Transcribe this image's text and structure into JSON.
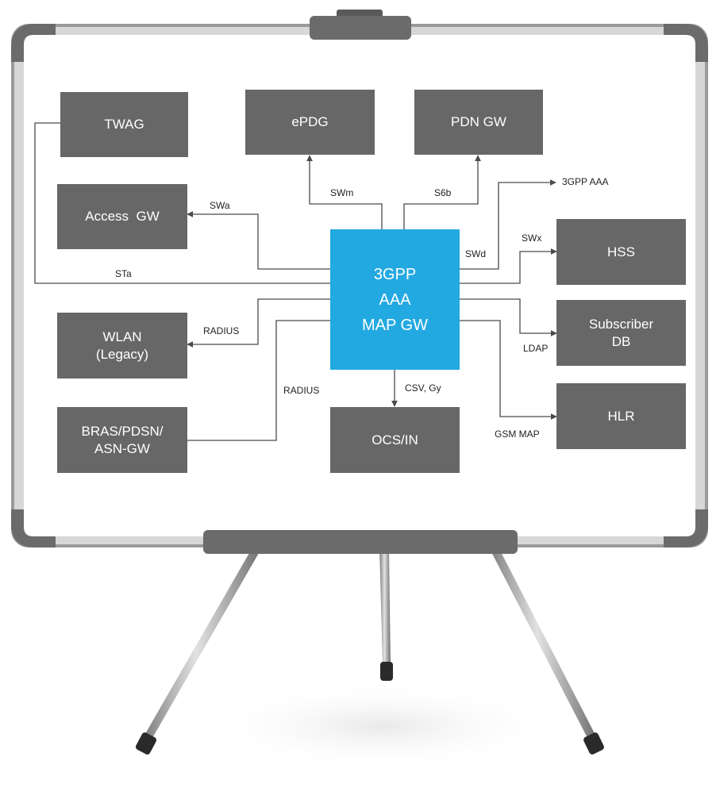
{
  "colors": {
    "node_fill": "#676767",
    "center_fill": "#23a9e1",
    "connector": "#4a4a4a",
    "board_frame": "#8a8a8a",
    "board_surface": "#ffffff"
  },
  "nodes": {
    "twag": [
      "TWAG"
    ],
    "epdg": [
      "ePDG"
    ],
    "pdn_gw": [
      "PDN GW"
    ],
    "access_gw": [
      "Access  GW"
    ],
    "center": [
      "3GPP",
      "AAA",
      "MAP GW"
    ],
    "hss": [
      "HSS"
    ],
    "wlan": [
      "WLAN",
      "(Legacy)"
    ],
    "subscriber_db": [
      "Subscriber",
      "DB"
    ],
    "bras": [
      "BRAS/PDSN/",
      "ASN-GW"
    ],
    "ocs": [
      "OCS/IN"
    ],
    "hlr": [
      "HLR"
    ]
  },
  "edges": {
    "sta": "STa",
    "swa": "SWa",
    "swm": "SWm",
    "s6b": "S6b",
    "swd": "SWd",
    "external_3gpp_aaa": "3GPP AAA",
    "swx": "SWx",
    "radius_wlan": "RADIUS",
    "radius_bras": "RADIUS",
    "csv_gy": "CSV, Gy",
    "ldap": "LDAP",
    "gsm_map": "GSM MAP"
  }
}
